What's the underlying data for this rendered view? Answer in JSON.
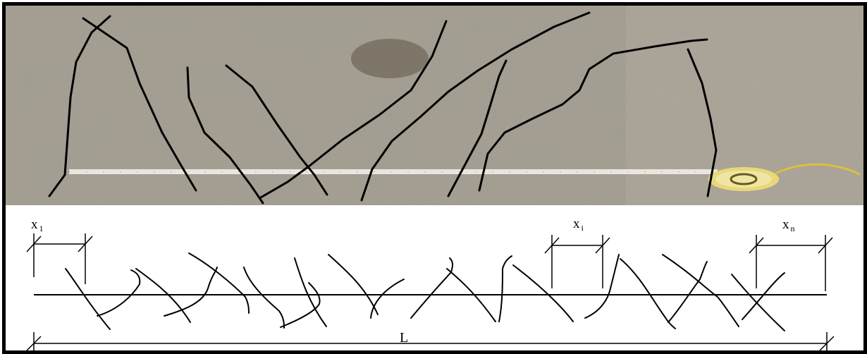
{
  "figure": {
    "spacing_labels": [
      {
        "main": "x",
        "sub": "1"
      },
      {
        "main": "x",
        "sub": "i"
      },
      {
        "main": "x",
        "sub": "n"
      }
    ],
    "length_label": "L"
  },
  "colors": {
    "frame": "#000000",
    "rock_base": "#8e8778",
    "fracture_line": "#000000",
    "tape_measure": "#e9e6df",
    "tape_reel": "#e8d878"
  },
  "icons": [
    "tape-measure-reel-icon"
  ]
}
